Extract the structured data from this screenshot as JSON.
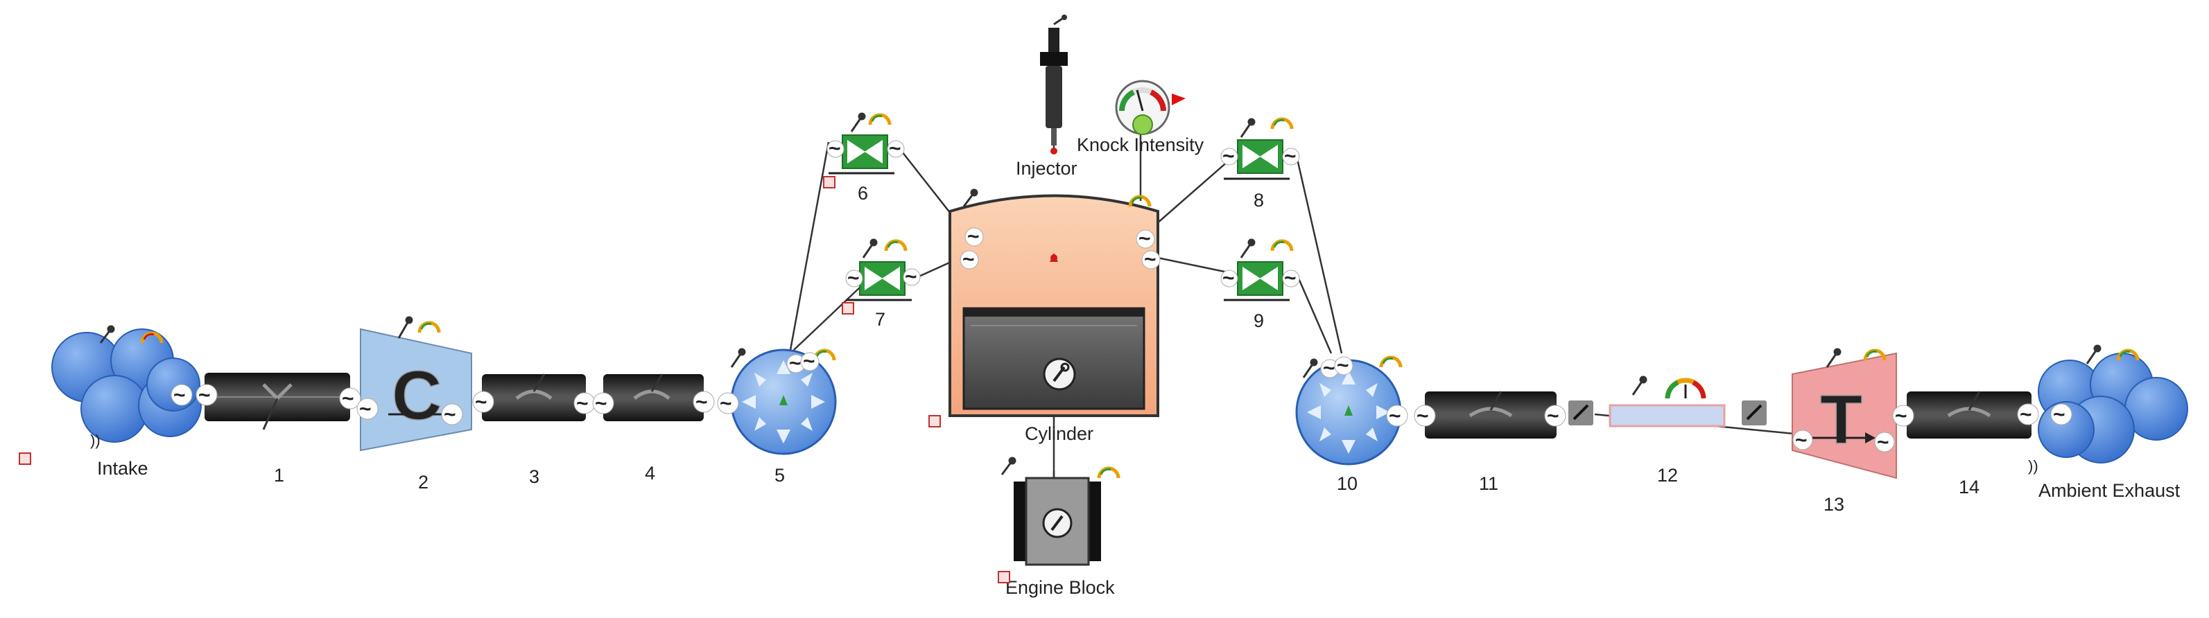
{
  "diagram": {
    "components": [
      {
        "id": "intake",
        "label": "Intake",
        "icon": "boundary-cloud-icon"
      },
      {
        "id": "pipe1",
        "label": "1",
        "icon": "pipe-icon"
      },
      {
        "id": "compressor",
        "label": "2",
        "icon": "compressor-icon",
        "glyph": "C"
      },
      {
        "id": "pipe3",
        "label": "3",
        "icon": "pipe-icon"
      },
      {
        "id": "pipe4",
        "label": "4",
        "icon": "pipe-icon"
      },
      {
        "id": "intake-plenum",
        "label": "5",
        "icon": "flowsplit-icon"
      },
      {
        "id": "valve6",
        "label": "6",
        "icon": "valve-icon"
      },
      {
        "id": "valve7",
        "label": "7",
        "icon": "valve-icon"
      },
      {
        "id": "injector",
        "label": "Injector",
        "icon": "injector-icon"
      },
      {
        "id": "knock",
        "label": "Knock Intensity",
        "icon": "gauge-icon"
      },
      {
        "id": "cylinder",
        "label": "Cylinder",
        "icon": "cylinder-icon"
      },
      {
        "id": "engine-block",
        "label": "Engine Block",
        "icon": "engine-block-icon"
      },
      {
        "id": "valve8",
        "label": "8",
        "icon": "valve-icon"
      },
      {
        "id": "valve9",
        "label": "9",
        "icon": "valve-icon"
      },
      {
        "id": "exhaust-plenum",
        "label": "10",
        "icon": "flowsplit-icon"
      },
      {
        "id": "pipe11",
        "label": "11",
        "icon": "pipe-icon"
      },
      {
        "id": "pipe12",
        "label": "12",
        "icon": "pipe-icon"
      },
      {
        "id": "turbine",
        "label": "13",
        "icon": "turbine-icon",
        "glyph": "T"
      },
      {
        "id": "pipe14",
        "label": "14",
        "icon": "pipe-icon"
      },
      {
        "id": "ambient-exhaust",
        "label": "Ambient Exhaust",
        "icon": "boundary-cloud-icon"
      }
    ],
    "colors": {
      "flow_blue": "#2f6fd6",
      "flow_red": "#d11a1a",
      "cloud_blue": "#4a86d8",
      "compressor_fill": "#a9c9ea",
      "turbine_fill": "#f0a0a0",
      "valve_green": "#2e9a3a",
      "cylinder_head": "#f5b08a",
      "cylinder_body": "#555555",
      "pipe_dark": "#222222"
    }
  }
}
